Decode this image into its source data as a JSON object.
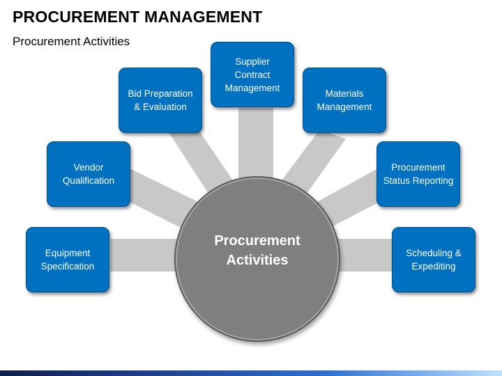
{
  "header": {
    "title": "PROCUREMENT MANAGEMENT",
    "subtitle": "Procurement Activities"
  },
  "hub": {
    "label": "Procurement Activities"
  },
  "nodes": [
    {
      "id": "equipment-specification",
      "label": "Equipment\nSpecification"
    },
    {
      "id": "vendor-qualification",
      "label": "Vendor\nQualification"
    },
    {
      "id": "bid-preparation-evaluation",
      "label": "Bid Preparation\n& Evaluation"
    },
    {
      "id": "supplier-contract-management",
      "label": "Supplier\nContract\nManagement"
    },
    {
      "id": "materials-management",
      "label": "Materials\nManagement"
    },
    {
      "id": "procurement-status-reporting",
      "label": "Procurement\nStatus Reporting"
    },
    {
      "id": "scheduling-expediting",
      "label": "Scheduling &\nExpediting"
    }
  ],
  "colors": {
    "node_fill": "#0070c0",
    "hub_fill": "#7f7f7f",
    "connector": "#c8c8c8"
  }
}
